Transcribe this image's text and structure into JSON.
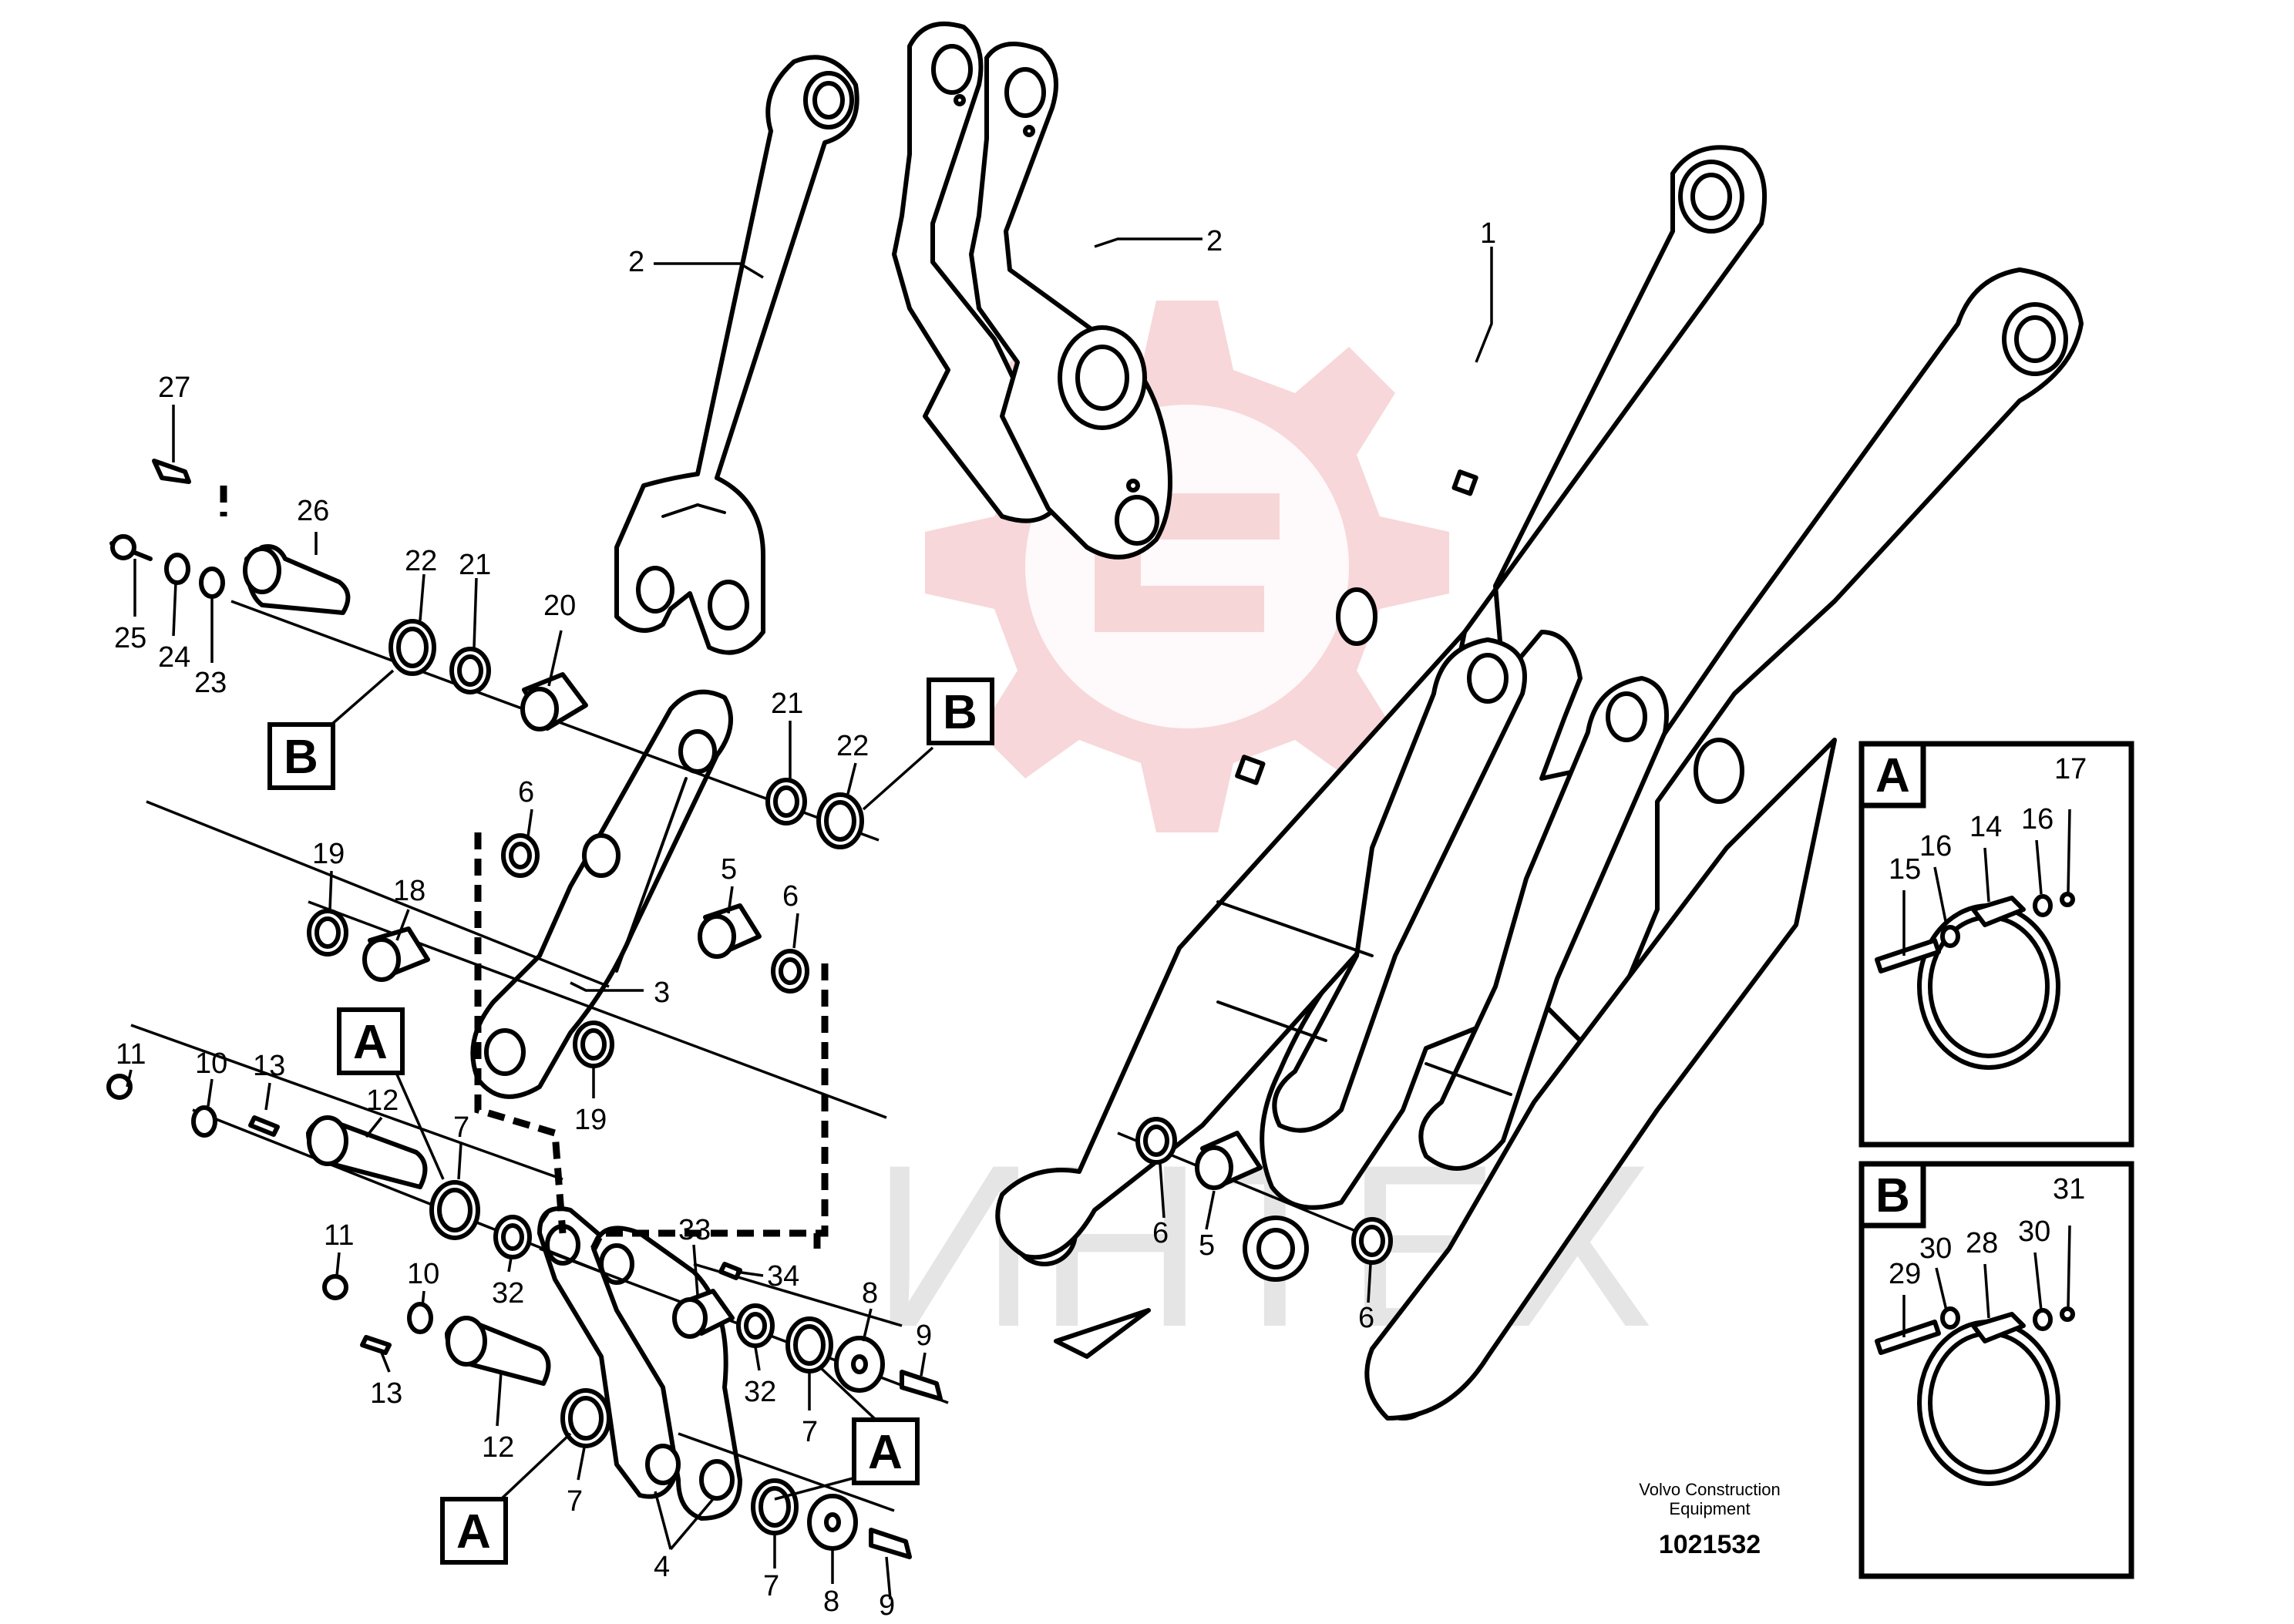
{
  "callouts": {
    "c1": "1",
    "c2a": "2",
    "c2b": "2",
    "c3": "3",
    "c4": "4",
    "c5a": "5",
    "c5b": "5",
    "c6a": "6",
    "c6b": "6",
    "c6c": "6",
    "c6d": "6",
    "c7a": "7",
    "c7b": "7",
    "c7c": "7",
    "c7d": "7",
    "c8a": "8",
    "c8b": "8",
    "c9a": "9",
    "c9b": "9",
    "c10a": "10",
    "c10b": "10",
    "c11a": "11",
    "c11b": "11",
    "c12a": "12",
    "c12b": "12",
    "c13a": "13",
    "c13b": "13",
    "c18": "18",
    "c19a": "19",
    "c19b": "19",
    "c20": "20",
    "c21a": "21",
    "c21b": "21",
    "c22a": "22",
    "c22b": "22",
    "c23": "23",
    "c24": "24",
    "c25": "25",
    "c26": "26",
    "c27": "27",
    "c32a": "32",
    "c32b": "32",
    "c33": "33",
    "c34": "34"
  },
  "markers": {
    "a_left": "A",
    "a_right": "A",
    "a_bottom": "A",
    "b_left": "B",
    "b_right": "B"
  },
  "detail_a": {
    "title": "A",
    "labels": {
      "c14": "14",
      "c15": "15",
      "c16a": "16",
      "c16b": "16",
      "c17": "17"
    }
  },
  "detail_b": {
    "title": "B",
    "labels": {
      "c28": "28",
      "c29": "29",
      "c30a": "30",
      "c30b": "30",
      "c31": "31"
    }
  },
  "footer": {
    "company_line1": "Volvo Construction",
    "company_line2": "Equipment",
    "drawing_number": "1021532"
  },
  "watermark": {
    "text": "ИНТЕХ",
    "color": "#f4c9cc"
  }
}
